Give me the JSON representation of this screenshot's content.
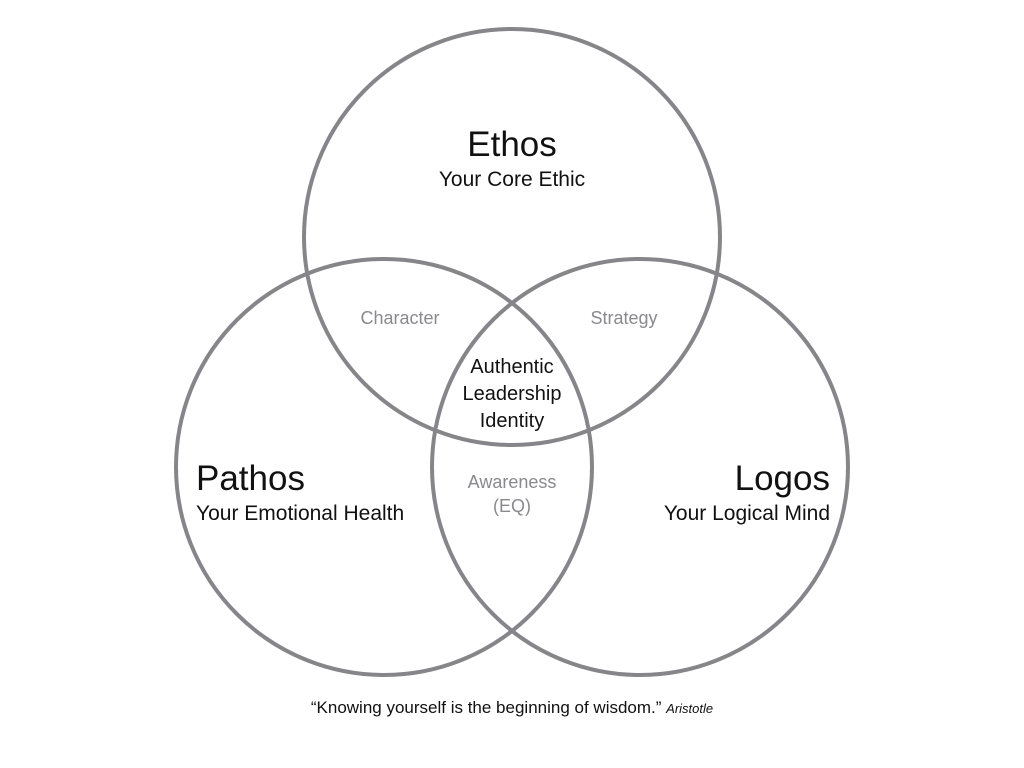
{
  "diagram": {
    "circles": [
      {
        "id": "ethos",
        "title": "Ethos",
        "subtitle": "Your Core Ethic"
      },
      {
        "id": "pathos",
        "title": "Pathos",
        "subtitle": "Your Emotional Health"
      },
      {
        "id": "logos",
        "title": "Logos",
        "subtitle": "Your Logical Mind"
      }
    ],
    "overlaps": {
      "ethos_pathos": "Character",
      "ethos_logos": "Strategy",
      "pathos_logos_line1": "Awareness",
      "pathos_logos_line2": "(EQ)",
      "center_line1": "Authentic",
      "center_line2": "Leadership",
      "center_line3": "Identity"
    },
    "stroke_color": "#86868a",
    "overlap_text_color": "#8a8a8e"
  },
  "quote": {
    "text": "“Knowing yourself is the beginning of wisdom.”",
    "author": "Aristotle"
  }
}
